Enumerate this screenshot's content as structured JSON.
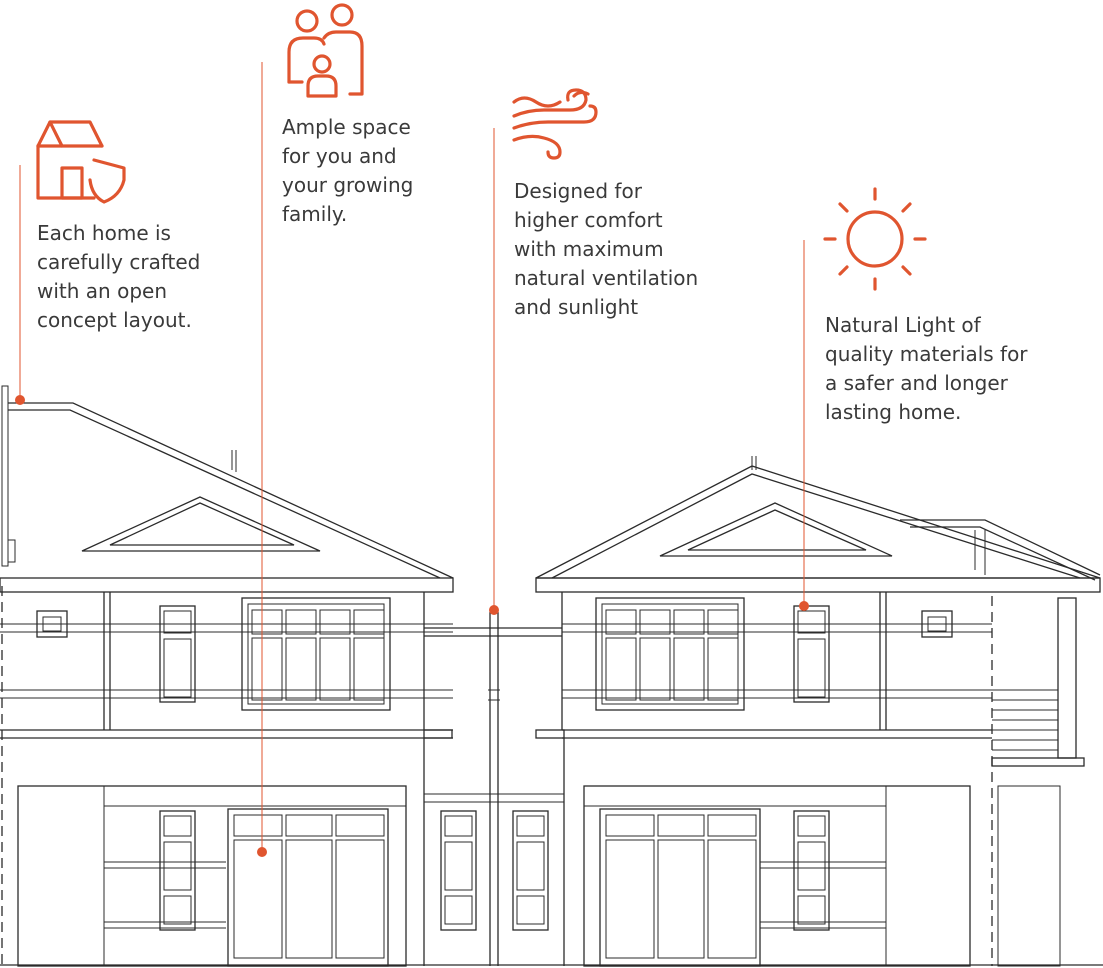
{
  "accent_color": "#e0552f",
  "features": [
    {
      "icon": "house-shield-icon",
      "text": "Each home is\ncarefully crafted\nwith an open\nconcept layout."
    },
    {
      "icon": "family-icon",
      "text": "Ample space\nfor you and\nyour growing\nfamily."
    },
    {
      "icon": "wind-icon",
      "text": "Designed for\nhigher comfort\nwith maximum\nnatural ventilation\nand sunlight"
    },
    {
      "icon": "sun-icon",
      "text": "Natural Light of\nquality materials for\na safer and longer\nlasting home."
    }
  ]
}
